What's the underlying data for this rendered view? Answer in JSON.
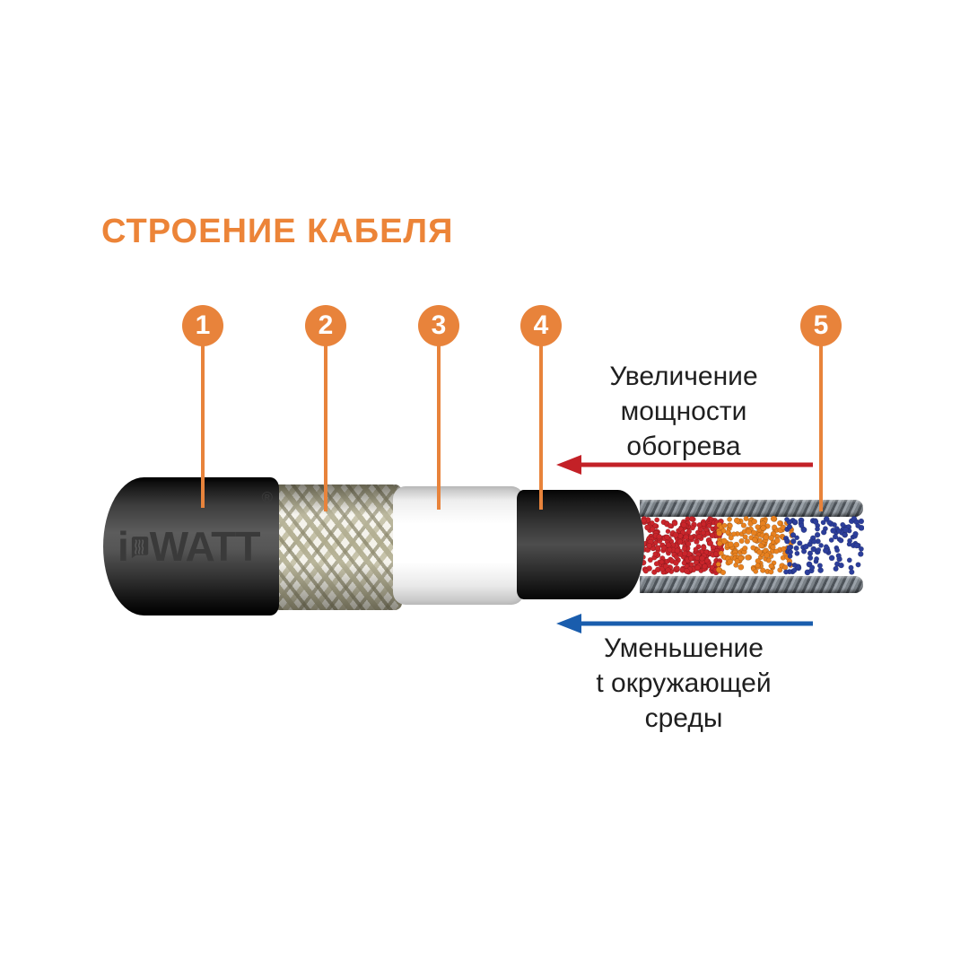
{
  "title": "СТРОЕНИЕ КАБЕЛЯ",
  "logo": {
    "prefix": "i",
    "suffix": "WATT",
    "registered": "®"
  },
  "callouts": [
    {
      "number": "1"
    },
    {
      "number": "2"
    },
    {
      "number": "3"
    },
    {
      "number": "4"
    },
    {
      "number": "5"
    }
  ],
  "notes": {
    "heating": {
      "line1": "Увеличение",
      "line2": "мощности",
      "line3": "обогрева"
    },
    "ambient": {
      "line1": "Уменьшение",
      "line2": "t окружающей",
      "line3": "среды"
    }
  },
  "colors": {
    "accent_orange": "#E8833B",
    "title_orange": "#EC8438",
    "arrow_red": "#C32127",
    "arrow_blue": "#1A5DAD",
    "dot_red": "#C9252B",
    "dot_orange": "#E8811F",
    "dot_blue": "#2C3E9B"
  }
}
